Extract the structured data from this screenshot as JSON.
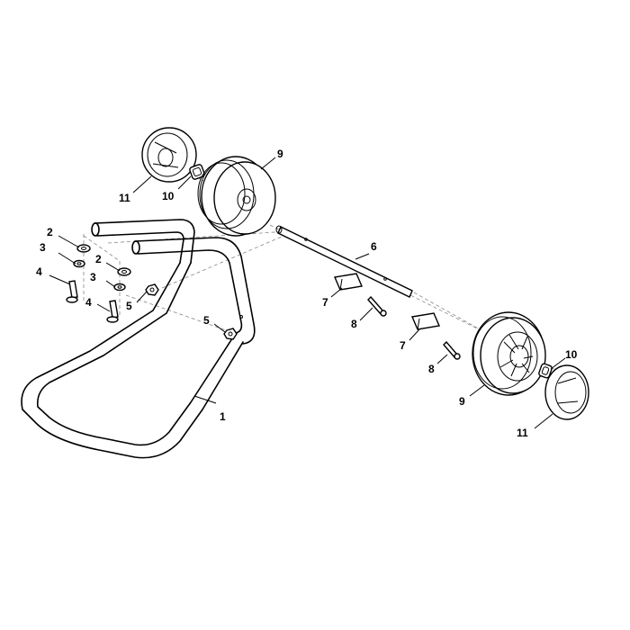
{
  "diagram": {
    "callouts": [
      {
        "id": "c1",
        "text": "1"
      },
      {
        "id": "c2a",
        "text": "2"
      },
      {
        "id": "c2b",
        "text": "2"
      },
      {
        "id": "c3a",
        "text": "3"
      },
      {
        "id": "c3b",
        "text": "3"
      },
      {
        "id": "c4a",
        "text": "4"
      },
      {
        "id": "c4b",
        "text": "4"
      },
      {
        "id": "c5a",
        "text": "5"
      },
      {
        "id": "c5b",
        "text": "5"
      },
      {
        "id": "c6",
        "text": "6"
      },
      {
        "id": "c7a",
        "text": "7"
      },
      {
        "id": "c7b",
        "text": "7"
      },
      {
        "id": "c8a",
        "text": "8"
      },
      {
        "id": "c8b",
        "text": "8"
      },
      {
        "id": "c9a",
        "text": "9"
      },
      {
        "id": "c9b",
        "text": "9"
      },
      {
        "id": "c10a",
        "text": "10"
      },
      {
        "id": "c10b",
        "text": "10"
      },
      {
        "id": "c11a",
        "text": "11"
      },
      {
        "id": "c11b",
        "text": "11"
      }
    ]
  }
}
